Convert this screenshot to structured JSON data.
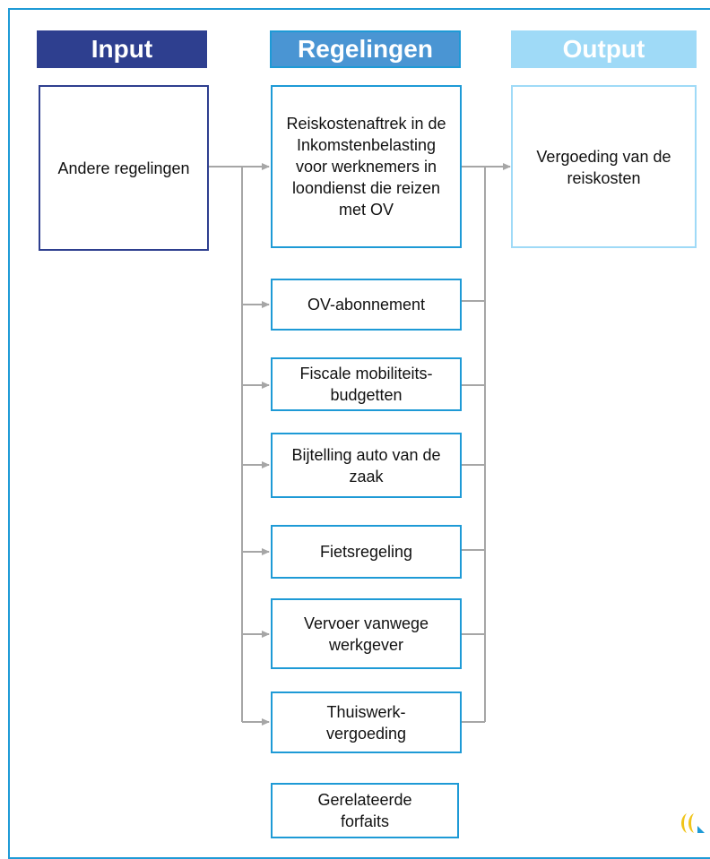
{
  "headers": {
    "input": "Input",
    "regelingen": "Regelingen",
    "output": "Output"
  },
  "input_box": "Andere regelingen",
  "regelingen": [
    "Reiskostenaftrek in de Inkomstenbelasting voor werknemers in loondienst die reizen met OV",
    "OV-abonnement",
    "Fiscale mobiliteits-budgetten",
    "Bijtelling auto van de zaak",
    "Fietsregeling",
    "Vervoer vanwege werkgever",
    "Thuiswerk-vergoeding"
  ],
  "related_box": "Gerelateerde forfaits",
  "output_box": "Vergoeding van de reiskosten",
  "colors": {
    "frame": "#1e9ad6",
    "input": "#2e3f8f",
    "regelingen": "#4a95d3",
    "output": "#9fdaf7",
    "box_border": "#1e9ad6",
    "connector": "#a6a6a6"
  },
  "icons": {
    "logo": "brand-logo-icon"
  }
}
